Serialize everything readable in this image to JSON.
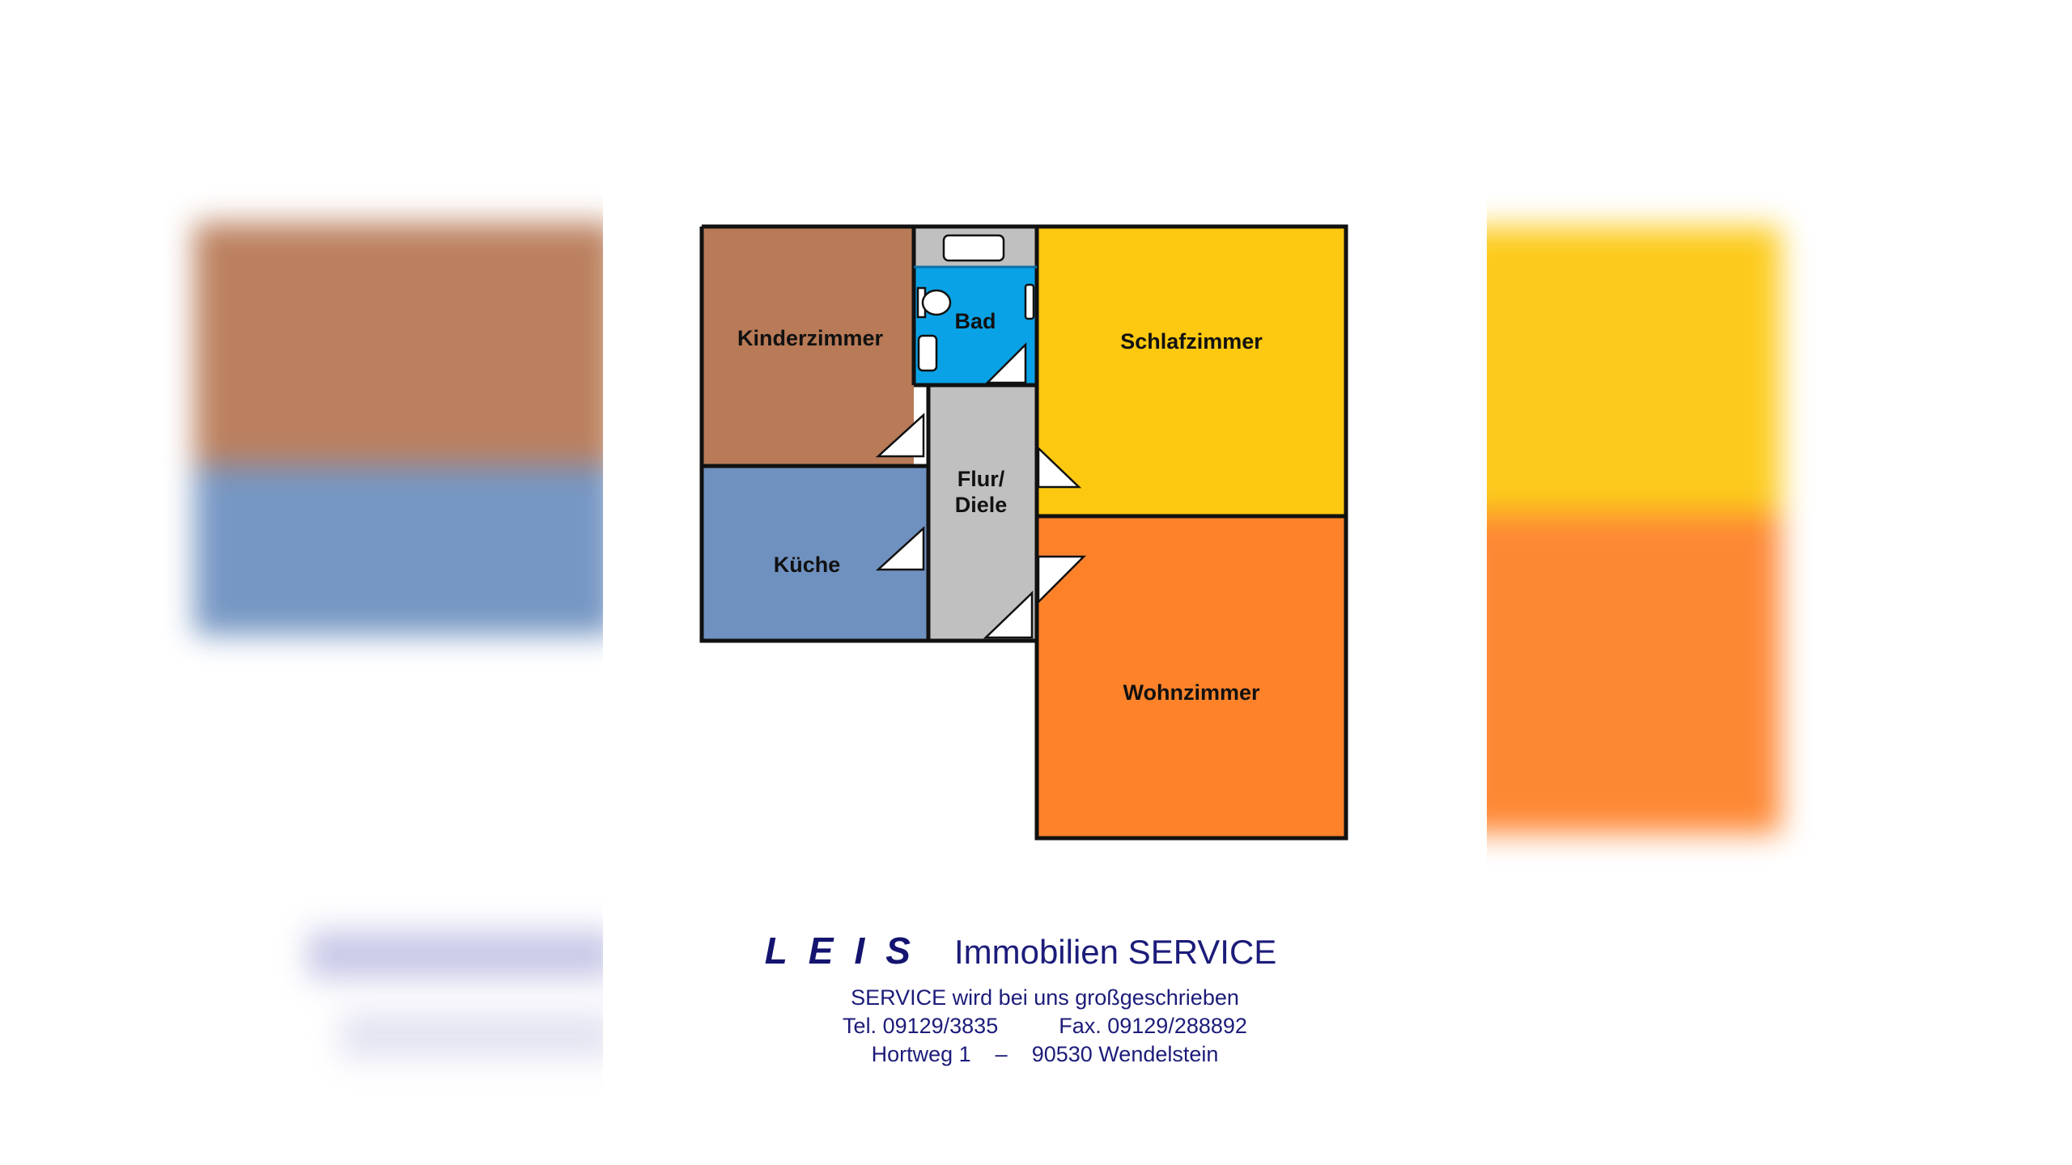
{
  "floor_plan": {
    "rooms": [
      {
        "key": "kinderzimmer",
        "label": "Kinderzimmer",
        "color": "#b87a57"
      },
      {
        "key": "bad",
        "label": "Bad",
        "color": "#0aa2e6"
      },
      {
        "key": "schlafzimmer",
        "label": "Schlafzimmer",
        "color": "#fcc810"
      },
      {
        "key": "flur",
        "label_line1": "Flur/",
        "label_line2": "Diele",
        "color": "#c0c0c0"
      },
      {
        "key": "kueche",
        "label": "Küche",
        "color": "#6f91c0"
      },
      {
        "key": "wohnzimmer",
        "label": "Wohnzimmer",
        "color": "#fd822a"
      }
    ],
    "wall_color": "#111111"
  },
  "company": {
    "logo": "LEIS",
    "name": "Immobilien SERVICE",
    "slogan": "SERVICE wird bei uns großgeschrieben",
    "phone": "Tel. 09129/3835",
    "fax": "Fax. 09129/288892",
    "street": "Hortweg 1",
    "separator": "–",
    "city": "90530 Wendelstein",
    "text_color": "#1c1c7a"
  }
}
